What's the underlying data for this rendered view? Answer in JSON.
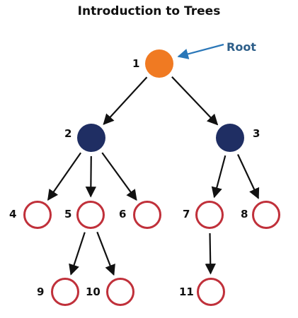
{
  "diagram": {
    "title": "Introduction to Trees",
    "root_label": "Root",
    "colors": {
      "root": "#F07A22",
      "internal": "#1F2E63",
      "leaf_stroke": "#C0303A",
      "root_annotation": "#2E5F8A",
      "root_arrow": "#2A77B8",
      "edge": "#111111"
    },
    "nodes": [
      {
        "id": 1,
        "label": "1",
        "kind": "root"
      },
      {
        "id": 2,
        "label": "2",
        "kind": "internal"
      },
      {
        "id": 3,
        "label": "3",
        "kind": "internal"
      },
      {
        "id": 4,
        "label": "4",
        "kind": "leaf"
      },
      {
        "id": 5,
        "label": "5",
        "kind": "leaf"
      },
      {
        "id": 6,
        "label": "6",
        "kind": "leaf"
      },
      {
        "id": 7,
        "label": "7",
        "kind": "leaf"
      },
      {
        "id": 8,
        "label": "8",
        "kind": "leaf"
      },
      {
        "id": 9,
        "label": "9",
        "kind": "leaf"
      },
      {
        "id": 10,
        "label": "10",
        "kind": "leaf"
      },
      {
        "id": 11,
        "label": "11",
        "kind": "leaf"
      }
    ],
    "edges": [
      {
        "from": 1,
        "to": 2
      },
      {
        "from": 1,
        "to": 3
      },
      {
        "from": 2,
        "to": 4
      },
      {
        "from": 2,
        "to": 5
      },
      {
        "from": 2,
        "to": 6
      },
      {
        "from": 3,
        "to": 7
      },
      {
        "from": 3,
        "to": 8
      },
      {
        "from": 5,
        "to": 9
      },
      {
        "from": 5,
        "to": 10
      },
      {
        "from": 7,
        "to": 11
      }
    ]
  }
}
